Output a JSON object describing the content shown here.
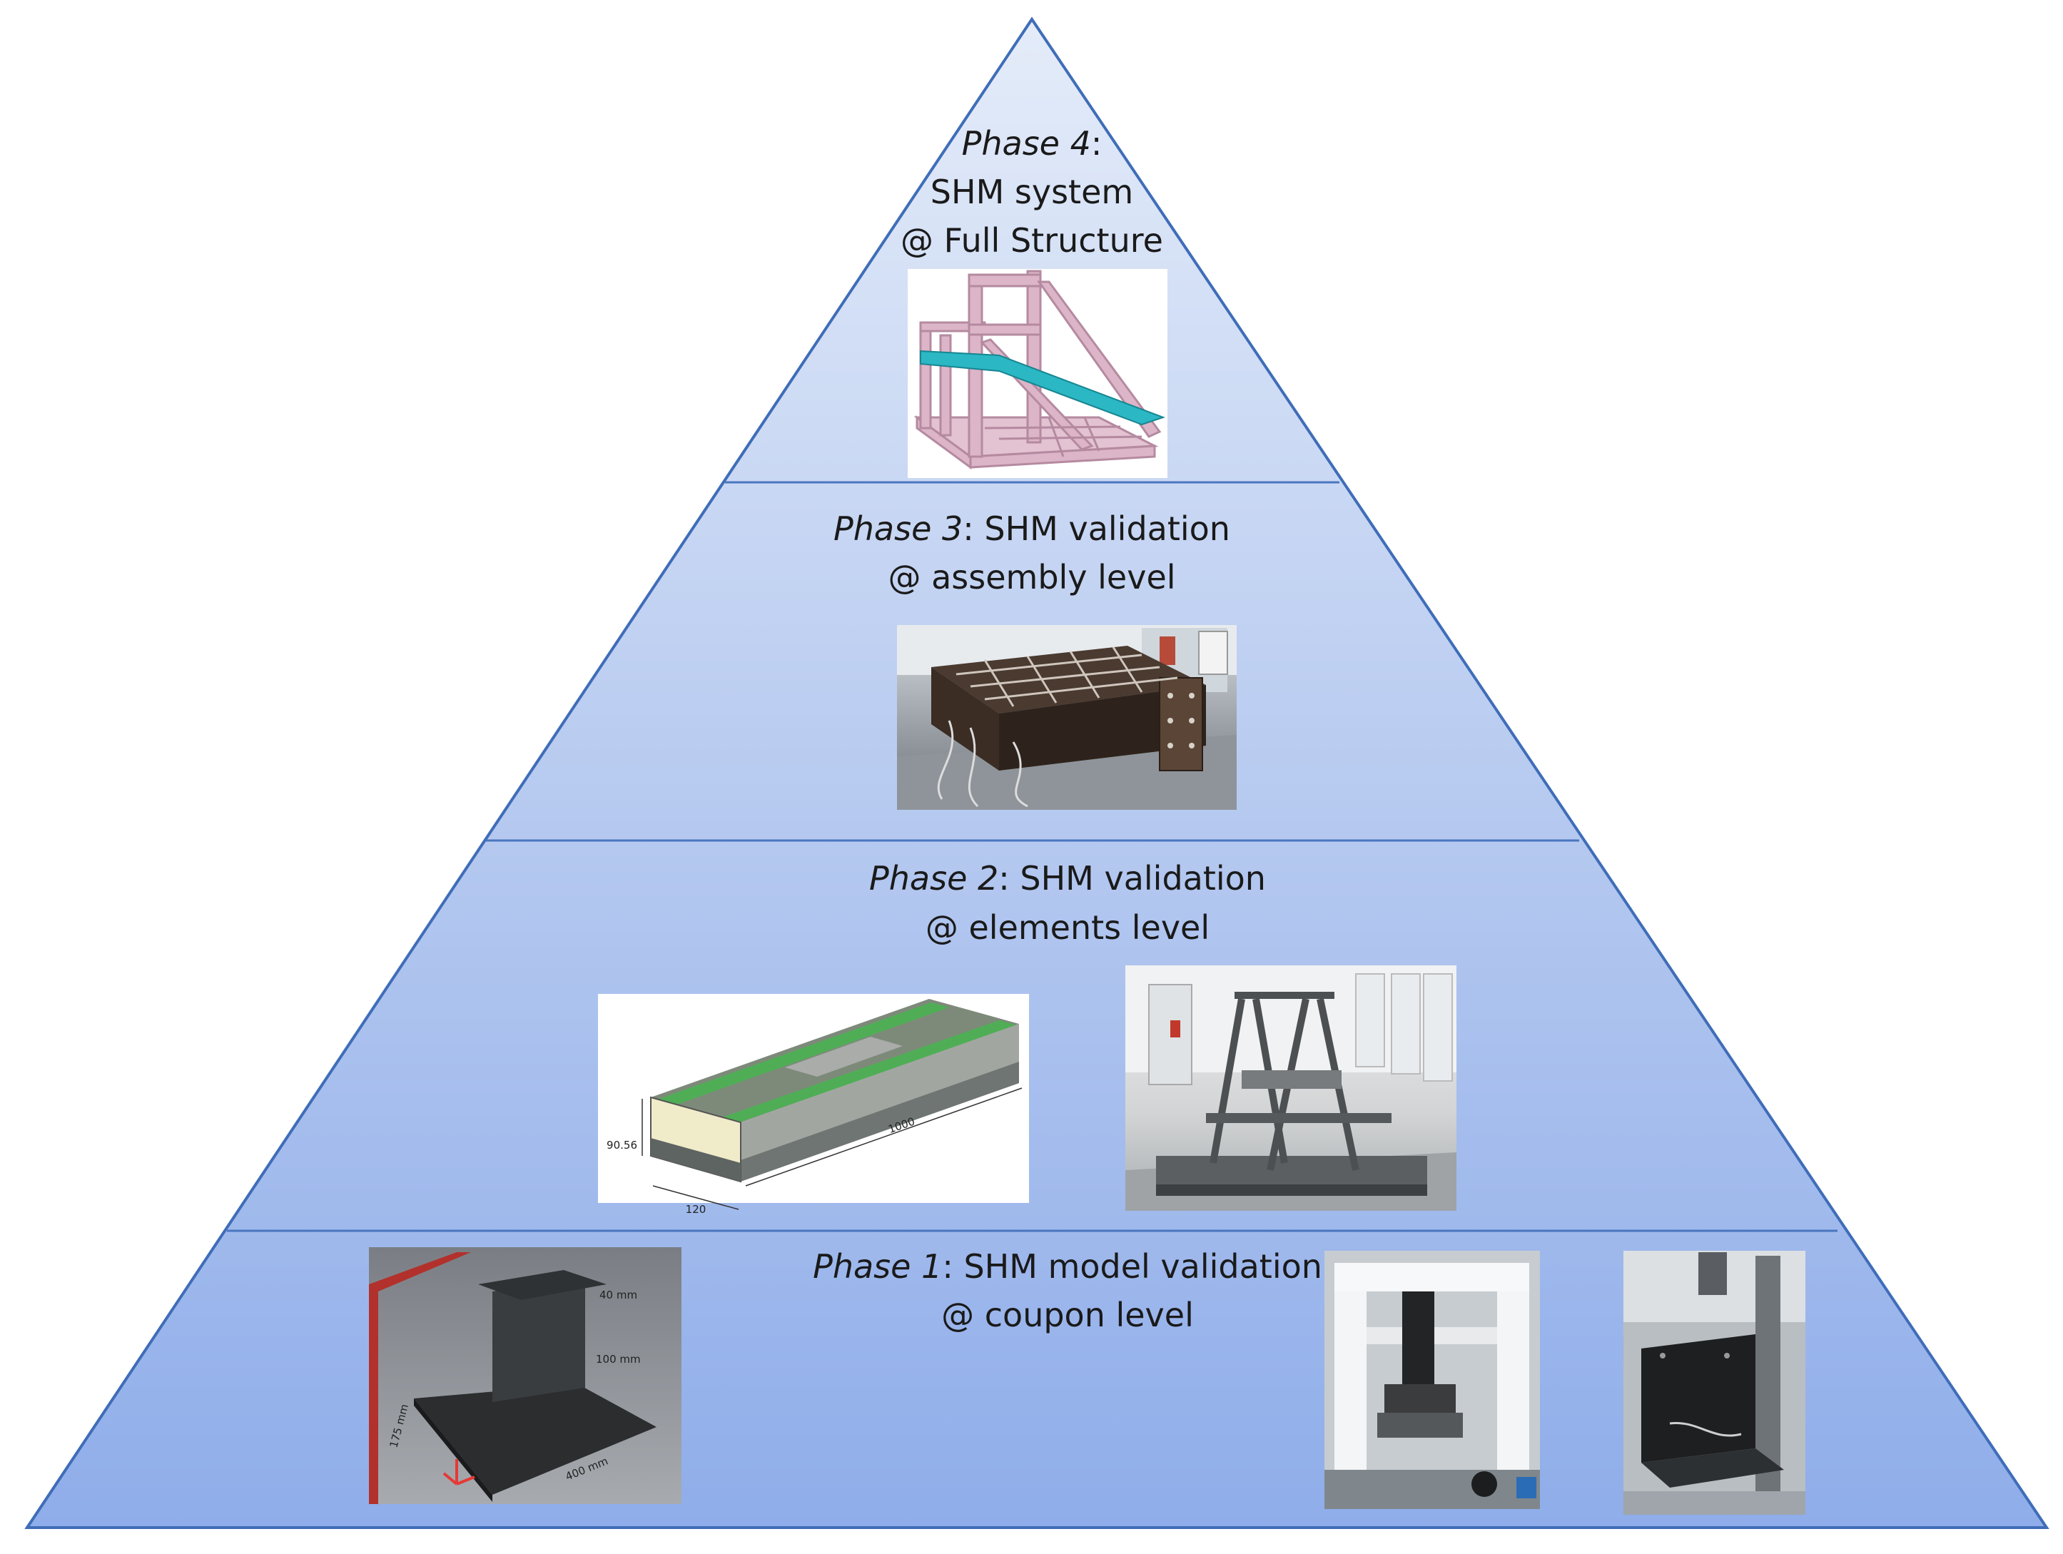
{
  "phases": [
    {
      "id": 4,
      "title": "Phase 4",
      "line1_rest": ":",
      "line2": "SHM system",
      "line3": "@ Full Structure"
    },
    {
      "id": 3,
      "title": "Phase 3",
      "line1_rest": ": SHM validation",
      "line2": "@ assembly level"
    },
    {
      "id": 2,
      "title": "Phase 2",
      "line1_rest": ": SHM validation",
      "line2": "@ elements level"
    },
    {
      "id": 1,
      "title": "Phase 1",
      "line1_rest": ": SHM model validation",
      "line2": "@ coupon level"
    }
  ],
  "figures": {
    "beam_dims": {
      "height": "90.56",
      "width": "120",
      "length": "1000"
    },
    "coupon_dims": {
      "flange": "40 mm",
      "web": "100 mm",
      "side": "175 mm",
      "base": "400 mm"
    }
  },
  "colors": {
    "pyramid_top": "#dde7f7",
    "pyramid_bottom": "#93b0e8",
    "outline": "#4a76bf",
    "frame_pink": "#dcb5c8",
    "bar_teal": "#2bb7c4"
  }
}
